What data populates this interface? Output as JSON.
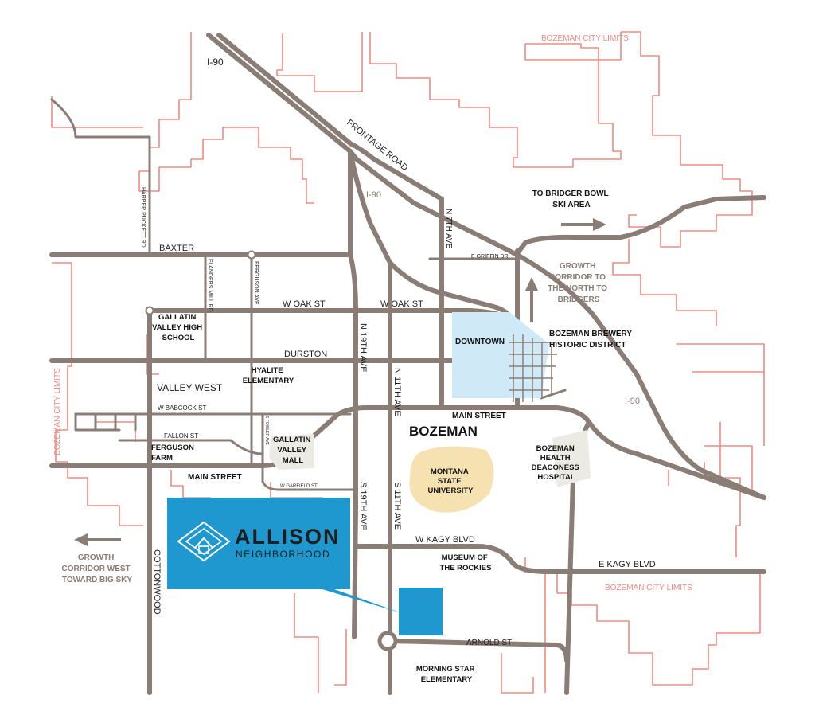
{
  "colors": {
    "road": "#8a7d75",
    "city_limit": "#f28b80",
    "callout": "#1f97cf",
    "downtown": "#cfe9f6",
    "msu": "#f6e2b0",
    "mall": "#ecebe3"
  },
  "labels": {
    "bozeman_city_limits_top": "BOZEMAN CITY LIMITS",
    "bozeman_city_limits_left": "BOZEMAN CITY LIMITS",
    "bozeman_city_limits_bottom": "BOZEMAN CITY LIMITS",
    "i90_nw": "I-90",
    "i90_mid": "I-90",
    "i90_east": "I-90",
    "frontage_road": "FRONTAGE ROAD",
    "harper_puckett_rd": "HARPER PUCKETT RD",
    "baxter": "BAXTER",
    "flanders_mill_rd": "FLANDERS MILL RD",
    "ferguson_ave": "FERGUSON AVE",
    "n_7th_ave": "N 7TH AVE",
    "e_griffin_dr": "E GRIFFIN DR",
    "w_oak_st_1": "W OAK ST",
    "w_oak_st_2": "W OAK ST",
    "durston": "DURSTON",
    "valley_west": "VALLEY WEST",
    "w_babcock_st": "W BABCOCK ST",
    "fallon_st": "FALLON ST",
    "s_fowler_ave": "S FOWLER AVE",
    "w_garfield_st": "W GARFIELD ST",
    "main_street_west": "MAIN STREET",
    "main_street_east": "MAIN STREET",
    "n_19th_ave": "N 19TH AVE",
    "n_11th_ave": "N 11TH AVE",
    "s_19th_ave": "S 19TH AVE",
    "s_11th_ave": "S 11TH AVE",
    "w_kagy_blvd": "W KAGY BLVD",
    "e_kagy_blvd": "E KAGY BLVD",
    "arnold_st": "ARNOLD ST",
    "cottonwood": "COTTONWOOD"
  },
  "places": {
    "downtown": "DOWNTOWN",
    "bozeman": "BOZEMAN",
    "montana_state_university": [
      "MONTANA",
      "STATE",
      "UNIVERSITY"
    ],
    "gallatin_valley_high_school": [
      "GALLATIN",
      "VALLEY HIGH",
      "SCHOOL"
    ],
    "hyalite_elementary": [
      "HYALITE",
      "ELEMENTARY"
    ],
    "gallatin_valley_mall": [
      "GALLATIN",
      "VALLEY",
      "MALL"
    ],
    "ferguson_farm": [
      "FERGUSON",
      "FARM"
    ],
    "bozeman_brewery": [
      "BOZEMAN BREWERY",
      "HISTORIC DISTRICT"
    ],
    "bozeman_health": [
      "BOZEMAN",
      "HEALTH",
      "DEACONESS",
      "HOSPITAL"
    ],
    "museum_of_the_rockies": [
      "MUSEUM OF",
      "THE ROCKIES"
    ],
    "morning_star_elementary": [
      "MORNING STAR",
      "ELEMENTARY"
    ],
    "bridger_bowl": [
      "TO BRIDGER BOWL",
      "SKI AREA"
    ]
  },
  "growth": {
    "north": [
      "GROWTH",
      "CORRIDOR TO",
      "THE NORTH TO",
      "BRIDGERS"
    ],
    "west": [
      "GROWTH",
      "CORRIDOR WEST",
      "TOWARD BIG SKY"
    ]
  },
  "callout": {
    "name": "ALLISON",
    "sub": "NEIGHBORHOOD",
    "logo_icon": "allison-house-logo-icon"
  }
}
